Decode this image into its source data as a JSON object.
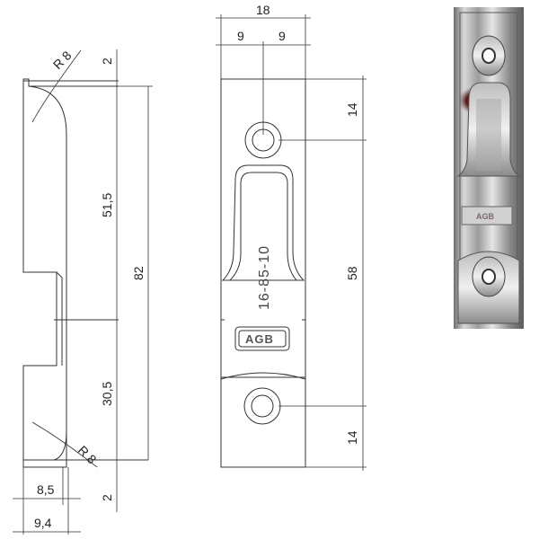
{
  "side_view": {
    "radius_top": "R 8",
    "radius_bottom": "R 8",
    "dim_top_lip": "2",
    "dim_upper_length": "51,5",
    "dim_total_length": "82",
    "dim_lower_length": "30,5",
    "dim_bottom_lip": "2",
    "dim_depth_inner": "8,5",
    "dim_depth_outer": "9,4"
  },
  "front_view": {
    "dim_width": "18",
    "dim_half_left": "9",
    "dim_half_right": "9",
    "dim_hole_top": "14",
    "dim_hole_spacing": "58",
    "dim_hole_bottom": "14",
    "part_number": "16-85-10",
    "logo": "AGB"
  },
  "photo": {
    "logo": "AGB"
  }
}
